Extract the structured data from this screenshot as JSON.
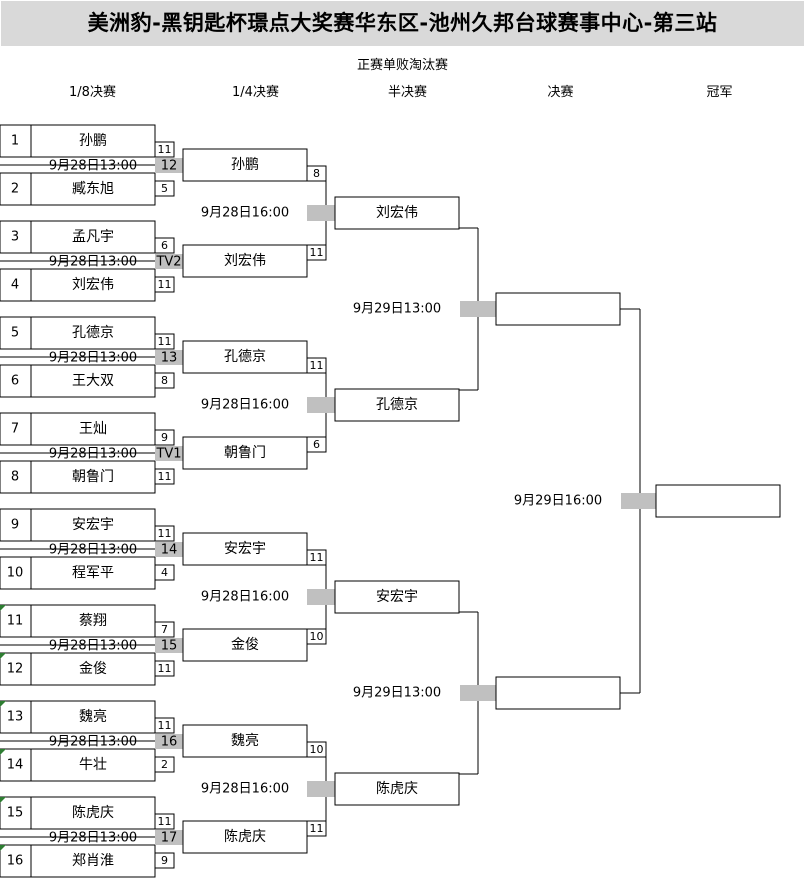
{
  "title": "美洲豹-黑钥匙杯璟点大奖赛华东区-池州久邦台球赛事中心-第三站",
  "subtitle": "正赛单败淘汰赛",
  "round_headers": [
    "1/8决赛",
    "1/4决赛",
    "半决赛",
    "决赛",
    "冠军"
  ],
  "colors": {
    "title_bg": "#d9d9d9",
    "connector": "#c0c0c0",
    "line": "#000000",
    "seed_marker": "#2e7d32"
  },
  "r16": [
    {
      "num": "12",
      "time": "9月28日13:00",
      "players": [
        {
          "seed": "1",
          "name": "孙鹏",
          "score": "11"
        },
        {
          "seed": "2",
          "name": "臧东旭",
          "score": "5"
        }
      ]
    },
    {
      "num": "TV2",
      "time": "9月28日13:00",
      "players": [
        {
          "seed": "3",
          "name": "孟凡宇",
          "score": "6"
        },
        {
          "seed": "4",
          "name": "刘宏伟",
          "score": "11"
        }
      ]
    },
    {
      "num": "13",
      "time": "9月28日13:00",
      "players": [
        {
          "seed": "5",
          "name": "孔德京",
          "score": "11"
        },
        {
          "seed": "6",
          "name": "王大双",
          "score": "8"
        }
      ]
    },
    {
      "num": "TV1",
      "time": "9月28日13:00",
      "players": [
        {
          "seed": "7",
          "name": "王灿",
          "score": "9"
        },
        {
          "seed": "8",
          "name": "朝鲁门",
          "score": "11"
        }
      ]
    },
    {
      "num": "14",
      "time": "9月28日13:00",
      "players": [
        {
          "seed": "9",
          "name": "安宏宇",
          "score": "11"
        },
        {
          "seed": "10",
          "name": "程军平",
          "score": "4"
        }
      ]
    },
    {
      "num": "15",
      "time": "9月28日13:00",
      "players": [
        {
          "seed": "11",
          "name": "蔡翔",
          "score": "7"
        },
        {
          "seed": "12",
          "name": "金俊",
          "score": "11"
        }
      ]
    },
    {
      "num": "16",
      "time": "9月28日13:00",
      "players": [
        {
          "seed": "13",
          "name": "魏亮",
          "score": "11"
        },
        {
          "seed": "14",
          "name": "牛壮",
          "score": "2"
        }
      ]
    },
    {
      "num": "17",
      "time": "9月28日13:00",
      "players": [
        {
          "seed": "15",
          "name": "陈虎庆",
          "score": "11"
        },
        {
          "seed": "16",
          "name": "郑肖淮",
          "score": "9"
        }
      ]
    }
  ],
  "qf": [
    {
      "name": "孙鹏",
      "score": "8"
    },
    {
      "name": "刘宏伟",
      "score": "11"
    },
    {
      "name": "孔德京",
      "score": "11"
    },
    {
      "name": "朝鲁门",
      "score": "6"
    },
    {
      "name": "安宏宇",
      "score": "11"
    },
    {
      "name": "金俊",
      "score": "10"
    },
    {
      "name": "魏亮",
      "score": "10"
    },
    {
      "name": "陈虎庆",
      "score": "11"
    }
  ],
  "qf_times": [
    "9月28日16:00",
    "9月28日16:00",
    "9月28日16:00",
    "9月28日16:00"
  ],
  "sf": [
    {
      "name": "刘宏伟"
    },
    {
      "name": "孔德京"
    },
    {
      "name": "安宏宇"
    },
    {
      "name": "陈虎庆"
    }
  ],
  "sf_times": [
    "9月29日13:00",
    "9月29日13:00"
  ],
  "final": [
    {
      "name": ""
    },
    {
      "name": ""
    }
  ],
  "final_time": "9月29日16:00",
  "champion": {
    "name": ""
  },
  "seed_markers": [
    "11",
    "12",
    "13",
    "14",
    "15",
    "16"
  ]
}
